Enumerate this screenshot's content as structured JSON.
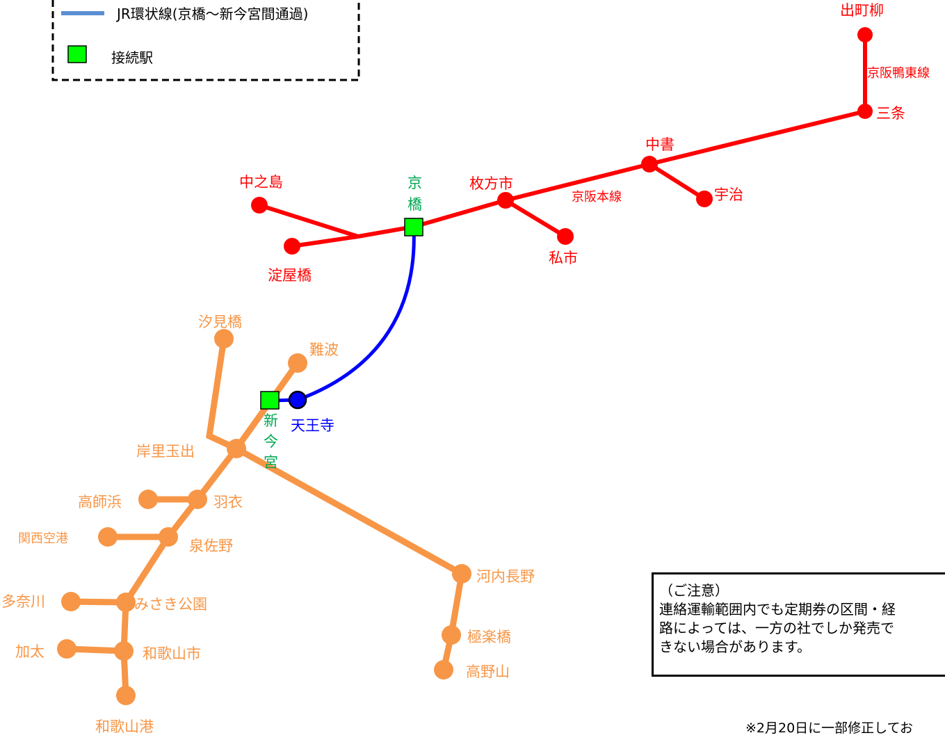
{
  "legend": {
    "jr_line_label": "JR環状線(京橋～新今宮間通過)",
    "connection_label": "接続駅"
  },
  "lines": {
    "keihan_main": "京阪本線",
    "keihan_oto": "京阪鴨東線"
  },
  "stations": {
    "demachiyanagi": "出町柳",
    "sanjo": "三条",
    "chusho": "中書",
    "uji": "宇治",
    "hirakatashi": "枚方市",
    "kisaichi": "私市",
    "nakanoshima": "中之島",
    "yodoyabashi": "淀屋橋",
    "kyobashi_1": "京",
    "kyobashi_2": "橋",
    "shiomibashi": "汐見橋",
    "namba": "難波",
    "tennoji": "天王寺",
    "shinimamiya_1": "新",
    "shinimamiya_2": "今",
    "shinimamiya_3": "宮",
    "kishinosato": "岸里玉出",
    "takashinohama": "高師浜",
    "hagoromo": "羽衣",
    "kanku": "関西空港",
    "izumisano": "泉佐野",
    "tanagawa": "多奈川",
    "misaki": "みさき公園",
    "kada": "加太",
    "wakayamashi": "和歌山市",
    "wakayamako": "和歌山港",
    "kawachinagano": "河内長野",
    "gokurakubashi": "極楽橋",
    "koyasan": "高野山"
  },
  "notice": {
    "line1": "（ご注意）",
    "line2": "連絡運輸範囲内でも定期券の区間・経",
    "line3": "路によっては、一方の社でしか発売で",
    "line4": "きない場合があります。"
  },
  "footnote": "※2月20日に一部修正してお",
  "colors": {
    "keihan": "#ff0000",
    "nankai": "#f79646",
    "jr": "#0000ff",
    "connection": "#00ff00",
    "legend_jr": "#5b8fd4"
  }
}
